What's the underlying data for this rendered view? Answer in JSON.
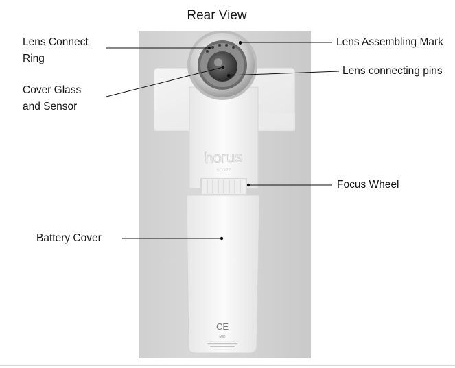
{
  "title": "Rear View",
  "labels": {
    "lens_connect_ring": [
      "Lens Connect",
      "Ring"
    ],
    "cover_glass_sensor": [
      "Cover Glass",
      "and Sensor"
    ],
    "battery_cover": "Battery Cover",
    "lens_assembling_mark": "Lens Assembling Mark",
    "lens_connecting_pins": "Lens connecting pins",
    "focus_wheel": "Focus Wheel"
  },
  "device": {
    "brand_text": "horus",
    "brand_subtext": "SCOPE",
    "ce_mark": "CE",
    "model_text": "MID"
  }
}
